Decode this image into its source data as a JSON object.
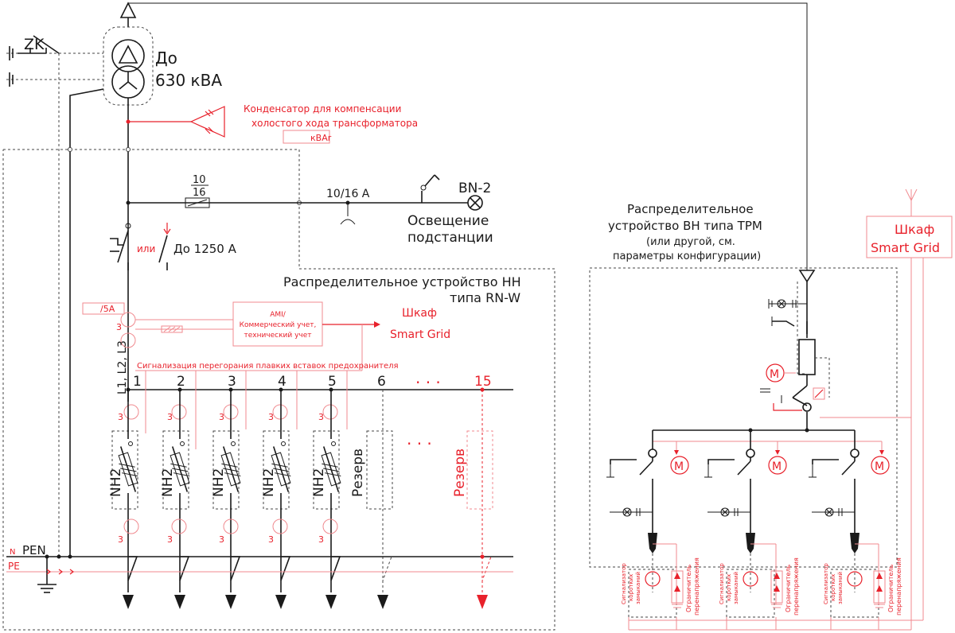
{
  "colors": {
    "black": "#1a1a1a",
    "red": "#e8212b",
    "pink": "#f08a8f"
  },
  "zk": "ZK",
  "transformer": {
    "line1": "До",
    "line2": "630 кВА"
  },
  "capacitor": {
    "line1": "Конденсатор для компенсации",
    "line2": "холостого хода трансформатора",
    "unit": "кВAr"
  },
  "fuse_top": "10",
  "fuse_bottom": "16",
  "lighting": {
    "fuse": "10/16 A",
    "bn": "BN-2",
    "line1": "Освещение",
    "line2": "подстанции"
  },
  "switch": {
    "or": "или",
    "rating": "До 1250 А"
  },
  "rnw": {
    "line1": "Распределительное устройство НН",
    "line2": "типа  RN-W"
  },
  "ct": {
    "ratio": "/5A",
    "count": "3"
  },
  "ami": {
    "line1": "AMI/",
    "line2": "Коммерческий учет,",
    "line3": "технический учет"
  },
  "smart_grid_mid": {
    "line1": "Шкаф",
    "line2": "Smart Grid"
  },
  "fuse_signal": "Сигнализация перегорания плавких вставок предохранителя",
  "busbar_label": "L1, L2, L3",
  "feeders": [
    {
      "num": "1",
      "label": "NH2"
    },
    {
      "num": "2",
      "label": "NH2"
    },
    {
      "num": "3",
      "label": "NH2"
    },
    {
      "num": "4",
      "label": "NH2"
    },
    {
      "num": "5",
      "label": "NH2"
    },
    {
      "num": "6",
      "label": "Резерв"
    },
    {
      "num": "15",
      "label": "Резерв"
    }
  ],
  "dots": "· · ·",
  "pen": {
    "n": "N",
    "pen": "PEN",
    "pe": "PE"
  },
  "trm": {
    "line1": "Распределительное",
    "line2": "устройство ВН типа TPM",
    "line3": "(или другой, см.",
    "line4": "параметры конфигурации)"
  },
  "smart_grid_right": {
    "line1": "Шкаф",
    "line2": "Smart Grid"
  },
  "motor": "M",
  "sc_indicator": {
    "l1": "Сигнализатор",
    "l2": "коротких",
    "l3": "замыканий"
  },
  "surge": {
    "l1": "Ограничитель",
    "l2": "перенапряжения"
  }
}
